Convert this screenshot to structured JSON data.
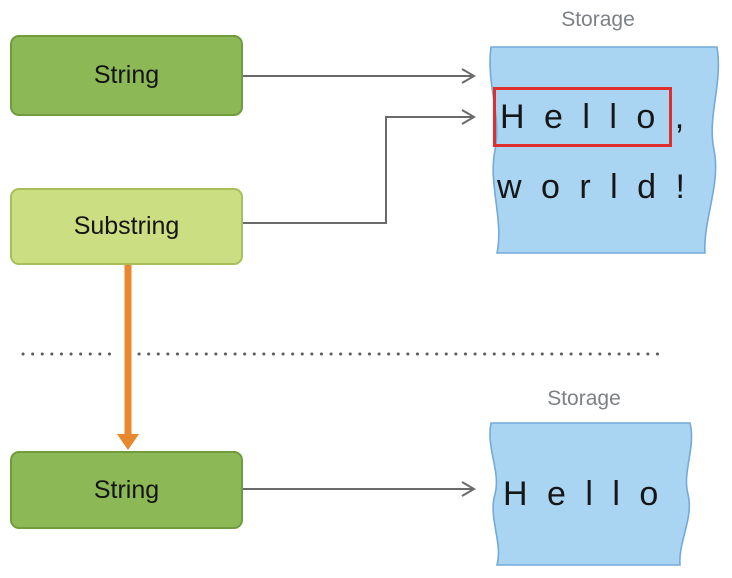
{
  "top_section": {
    "string_box_label": "String",
    "substring_box_label": "Substring",
    "storage_title": "Storage",
    "storage_line1": "H e l l o ,",
    "storage_line2": "w o r l d !"
  },
  "bottom_section": {
    "string_box_label": "String",
    "storage_title": "Storage",
    "storage_line1": "H e l l o"
  },
  "colors": {
    "string_fill": "#8CB855",
    "string_border": "#6F9C3E",
    "substring_fill": "#CCDE82",
    "substring_border": "#A6BF5A",
    "storage_fill": "#A9D5F2",
    "storage_border": "#74A9D8",
    "connector_gray": "#6A6A6A",
    "divider_gray": "#5D5D5D",
    "orange_arrow": "#E8872E",
    "highlight_red": "#E02D2D",
    "storage_title_gray": "#7D8185",
    "text_black": "#161616"
  }
}
